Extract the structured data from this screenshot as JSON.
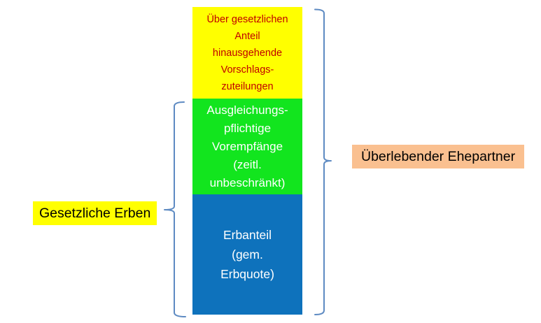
{
  "column": {
    "segments": [
      {
        "id": "vorschlagszuteilungen",
        "lines": [
          "Über gesetzlichen",
          "Anteil",
          "hinausgehende",
          "Vorschlags-",
          "zuteilungen"
        ]
      },
      {
        "id": "vorempfaenge",
        "lines": [
          "Ausgleichungs-",
          "pflichtige",
          "Vorempfänge",
          "(zeitl.",
          "unbeschränkt)"
        ]
      },
      {
        "id": "erbanteil",
        "lines": [
          "Erbanteil",
          "(gem.",
          "Erbquote)"
        ]
      }
    ]
  },
  "labels": {
    "left": {
      "text": "Gesetzliche Erben"
    },
    "right": {
      "text": "Überlebender Ehepartner"
    }
  },
  "colors": {
    "yellow": "#FFFF00",
    "green": "#12E51E",
    "blue": "#0E72BC",
    "dark_red_text": "#C00000",
    "white_text": "#FFFFFF",
    "black_text": "#000000",
    "peach": "#FAC090",
    "brace": "#5D8AC2"
  }
}
